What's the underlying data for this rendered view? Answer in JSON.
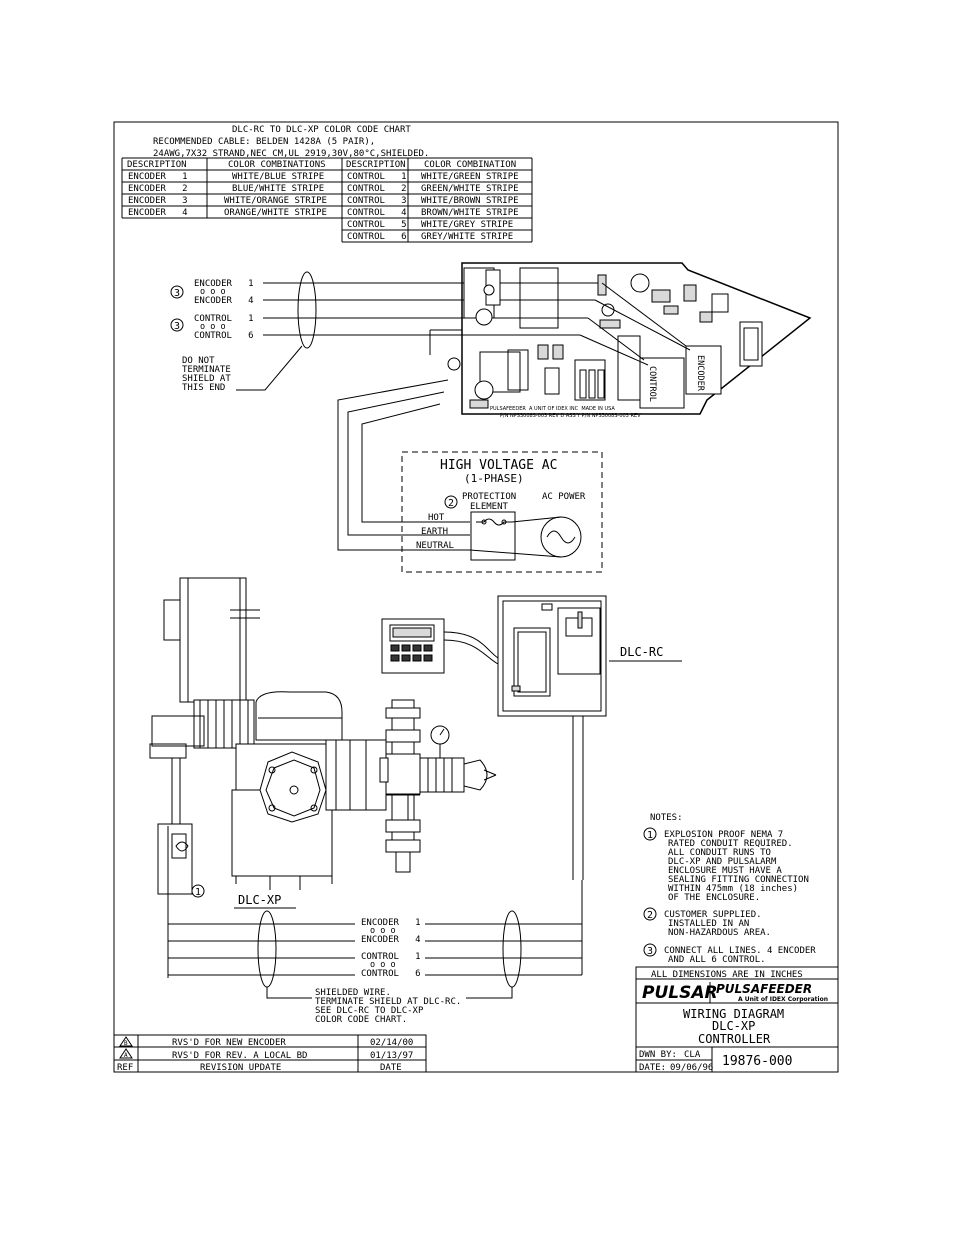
{
  "chart": {
    "title": "DLC-RC TO DLC-XP COLOR CODE CHART",
    "cable_line1": "RECOMMENDED CABLE: BELDEN 1428A (5 PAIR),",
    "cable_line2": "24AWG,7X32 STRAND,NEC CM,UL 2919,30V,80°C,SHIELDED.",
    "left_headers": [
      "DESCRIPTION",
      "COLOR COMBINATIONS"
    ],
    "right_headers": [
      "DESCRIPTION",
      "COLOR COMBINATION"
    ],
    "left_rows": [
      [
        "ENCODER   1",
        "WHITE/BLUE STRIPE"
      ],
      [
        "ENCODER   2",
        "BLUE/WHITE STRIPE"
      ],
      [
        "ENCODER   3",
        "WHITE/ORANGE STRIPE"
      ],
      [
        "ENCODER   4",
        "ORANGE/WHITE STRIPE"
      ]
    ],
    "right_rows": [
      [
        "CONTROL   1",
        "WHITE/GREEN STRIPE"
      ],
      [
        "CONTROL   2",
        "GREEN/WHITE STRIPE"
      ],
      [
        "CONTROL   3",
        "WHITE/BROWN STRIPE"
      ],
      [
        "CONTROL   4",
        "BROWN/WHITE STRIPE"
      ],
      [
        "CONTROL   5",
        "WHITE/GREY STRIPE"
      ],
      [
        "CONTROL   6",
        "GREY/WHITE STRIPE"
      ]
    ]
  },
  "top_wires": {
    "callout": "3",
    "enc_first": "ENCODER   1",
    "enc_last": "ENCODER   4",
    "ctl_first": "CONTROL   1",
    "ctl_last": "CONTROL   6",
    "dots": "o o o",
    "shield_note": [
      "DO NOT",
      "TERMINATE",
      "SHIELD AT",
      "THIS END"
    ]
  },
  "board": {
    "encoder_label": "ENCODER",
    "control_label": "CONTROL",
    "silk1": "PULSAFEEDER  A UNIT OF IDEX INC  MADE IN USA",
    "silk2": "P/N NPS3008S-003 REV D ASS'Y P/N NPS3008S-003 REV"
  },
  "hv": {
    "title": "HIGH VOLTAGE AC",
    "subtitle": "(1-PHASE)",
    "callout": "2",
    "prot1": "PROTECTION",
    "prot2": "ELEMENT",
    "ac_power": "AC POWER",
    "hot": "HOT",
    "earth": "EARTH",
    "neutral": "NEUTRAL"
  },
  "labels": {
    "dlc_rc": "DLC-RC",
    "dlc_xp": "DLC-XP",
    "callout1": "1"
  },
  "bottom_wires": {
    "enc_first": "ENCODER   1",
    "enc_last": "ENCODER   4",
    "ctl_first": "CONTROL   1",
    "ctl_last": "CONTROL   6",
    "dots": "o o o",
    "shield_note": [
      "SHIELDED WIRE.",
      "TERMINATE SHIELD AT DLC-RC.",
      "SEE DLC-RC TO DLC-XP",
      "COLOR CODE CHART."
    ]
  },
  "notes": {
    "heading": "NOTES:",
    "n1_num": "1",
    "n1": [
      "EXPLOSION PROOF NEMA 7",
      "RATED CONDUIT REQUIRED.",
      "ALL CONDUIT RUNS TO",
      "DLC-XP AND PULSALARM",
      "ENCLOSURE MUST HAVE A",
      "SEALING FITTING CONNECTION",
      "WITHIN 475mm (18 inches)",
      "OF THE ENCLOSURE."
    ],
    "n2_num": "2",
    "n2": [
      "CUSTOMER SUPPLIED.",
      "INSTALLED IN AN",
      "NON-HAZARDOUS AREA."
    ],
    "n3_num": "3",
    "n3": [
      "CONNECT ALL LINES. 4 ENCODER",
      "AND ALL 6 CONTROL."
    ]
  },
  "title_block": {
    "dimensions": "ALL DIMENSIONS ARE IN INCHES",
    "brand1": "PULSAR",
    "brand2": "PULSAFEEDER",
    "brand2_sub": "A Unit of IDEX Corporation",
    "title1": "WIRING DIAGRAM",
    "title2": "DLC-XP",
    "title3": "CONTROLLER",
    "dwn_label": "DWN BY:",
    "dwn_value": "CLA",
    "date_label": "DATE:",
    "date_value": "09/06/96",
    "dwg_no": "19876-000"
  },
  "revisions": {
    "rows": [
      {
        "rev": "B",
        "desc": "RVS'D FOR NEW ENCODER",
        "date": "02/14/00"
      },
      {
        "rev": "A",
        "desc": "RVS'D FOR REV. A LOCAL BD",
        "date": "01/13/97"
      }
    ],
    "header": {
      "ref": "REF",
      "desc": "REVISION UPDATE",
      "date": "DATE"
    }
  }
}
